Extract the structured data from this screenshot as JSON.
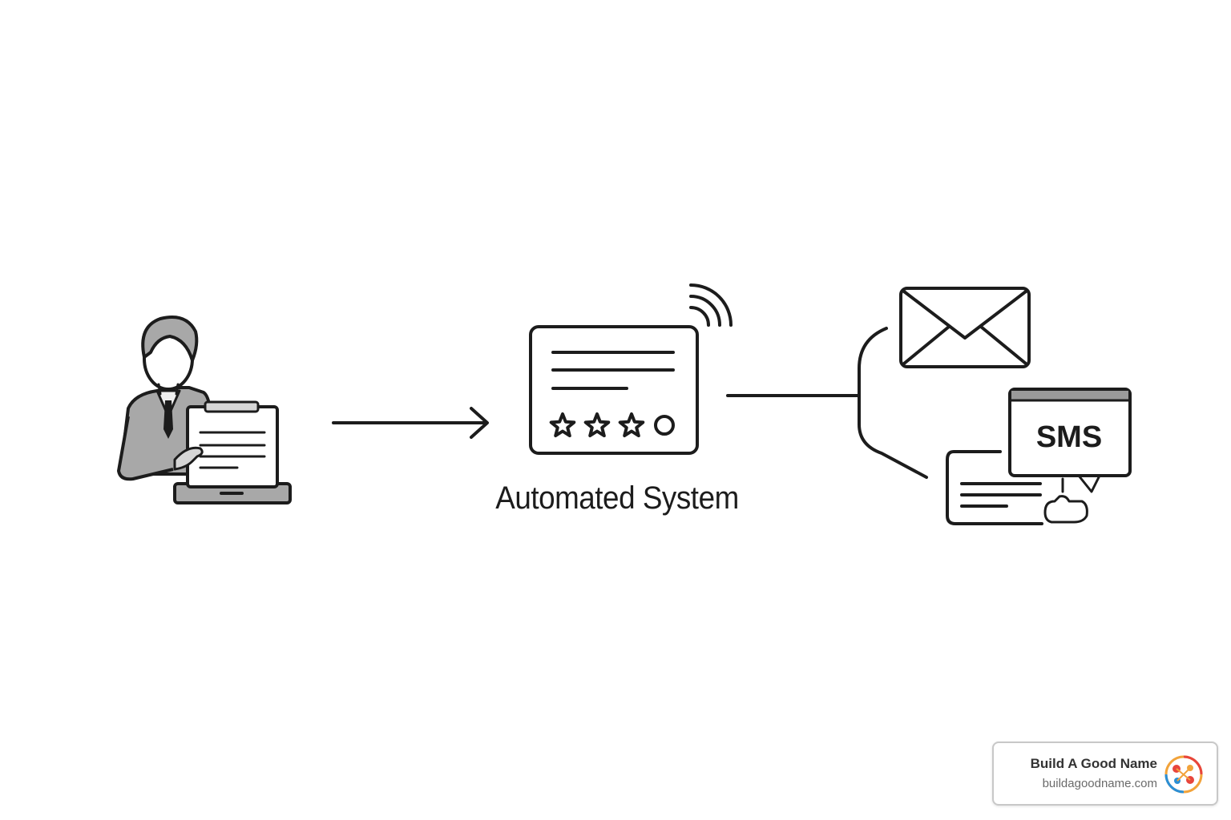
{
  "diagram": {
    "system_label": "Automated System",
    "sms_label": "SMS",
    "nodes": [
      {
        "id": "business-owner",
        "icon": "person-with-clipboard-laptop-icon"
      },
      {
        "id": "automated-system",
        "icon": "review-request-card-icon"
      },
      {
        "id": "email-channel",
        "icon": "envelope-icon"
      },
      {
        "id": "sms-channel",
        "icon": "sms-chat-icon"
      }
    ],
    "edges": [
      {
        "from": "business-owner",
        "to": "automated-system",
        "style": "arrow"
      },
      {
        "from": "automated-system",
        "to": "email-channel",
        "style": "branch"
      },
      {
        "from": "automated-system",
        "to": "sms-channel",
        "style": "branch"
      }
    ],
    "rating": {
      "stars": 3,
      "slots": 4
    }
  },
  "badge": {
    "title": "Build A Good Name",
    "url": "buildagoodname.com",
    "logo_icon": "build-a-good-name-logo"
  },
  "colors": {
    "stroke": "#1c1c1c",
    "person_fill": "#a8a8a8",
    "person_light": "#d6d6d6",
    "background": "#ffffff"
  }
}
